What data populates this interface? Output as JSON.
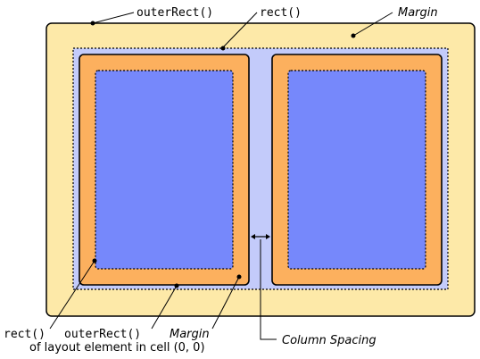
{
  "labels": {
    "outer_rect_top": "outerRect()",
    "rect_top": "rect()",
    "margin_top": "Margin",
    "rect_bottom": "rect()",
    "outer_rect_bottom": "outerRect()",
    "margin_bottom": "Margin",
    "cell_caption": "of layout element in cell (0, 0)",
    "column_spacing": "Column Spacing"
  },
  "colors": {
    "outer_fill": "#fde9a8",
    "inner_fill": "#c3cbfa",
    "element_outer_fill": "#fcb05e",
    "element_inner_fill": "#7688fb",
    "stroke": "#000000"
  }
}
